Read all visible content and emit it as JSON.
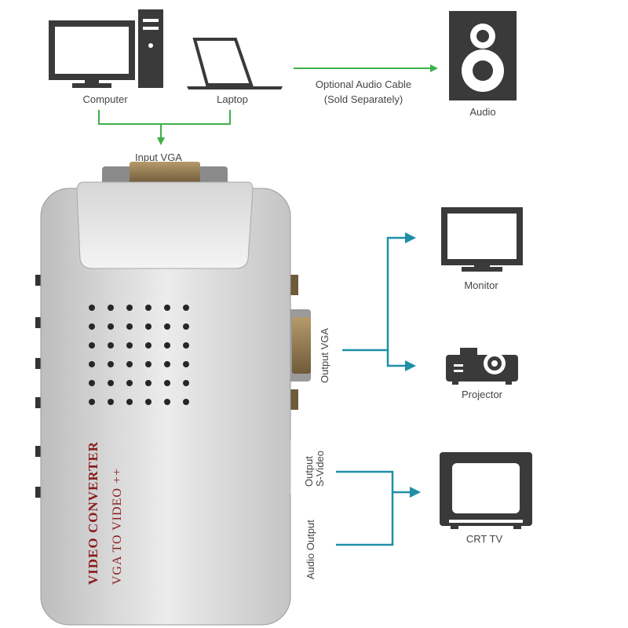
{
  "sources": {
    "computer": "Computer",
    "laptop": "Laptop",
    "input": "Input VGA"
  },
  "audio": {
    "cable_line1": "Optional Audio Cable",
    "cable_line2": "(Sold Separately)",
    "device": "Audio"
  },
  "device": {
    "title": "VIDEO CONVERTER",
    "subtitle": "VGA TO VIDEO ++",
    "port_output_vga": "Output VGA",
    "port_output_svideo_line1": "Output",
    "port_output_svideo_line2": "S-Video",
    "port_audio_output": "Audio Output"
  },
  "outputs": {
    "monitor": "Monitor",
    "projector": "Projector",
    "crt": "CRT TV"
  },
  "colors": {
    "green": "#3cb04a",
    "teal": "#1f8fa8",
    "icon": "#3a3a3a",
    "brand": "#8a1b1b"
  }
}
